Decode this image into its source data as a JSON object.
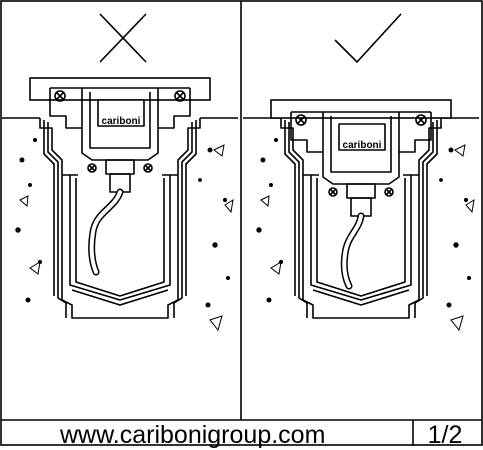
{
  "footer": {
    "website": "www.caribonigroup.com",
    "page": "1/2"
  },
  "panels": [
    {
      "verdict": "incorrect",
      "mark_icon": "cross-mark-icon"
    },
    {
      "verdict": "correct",
      "mark_icon": "check-mark-icon"
    }
  ],
  "logo_text": "cariboni",
  "colors": {
    "line": "#000000",
    "background": "#ffffff"
  }
}
